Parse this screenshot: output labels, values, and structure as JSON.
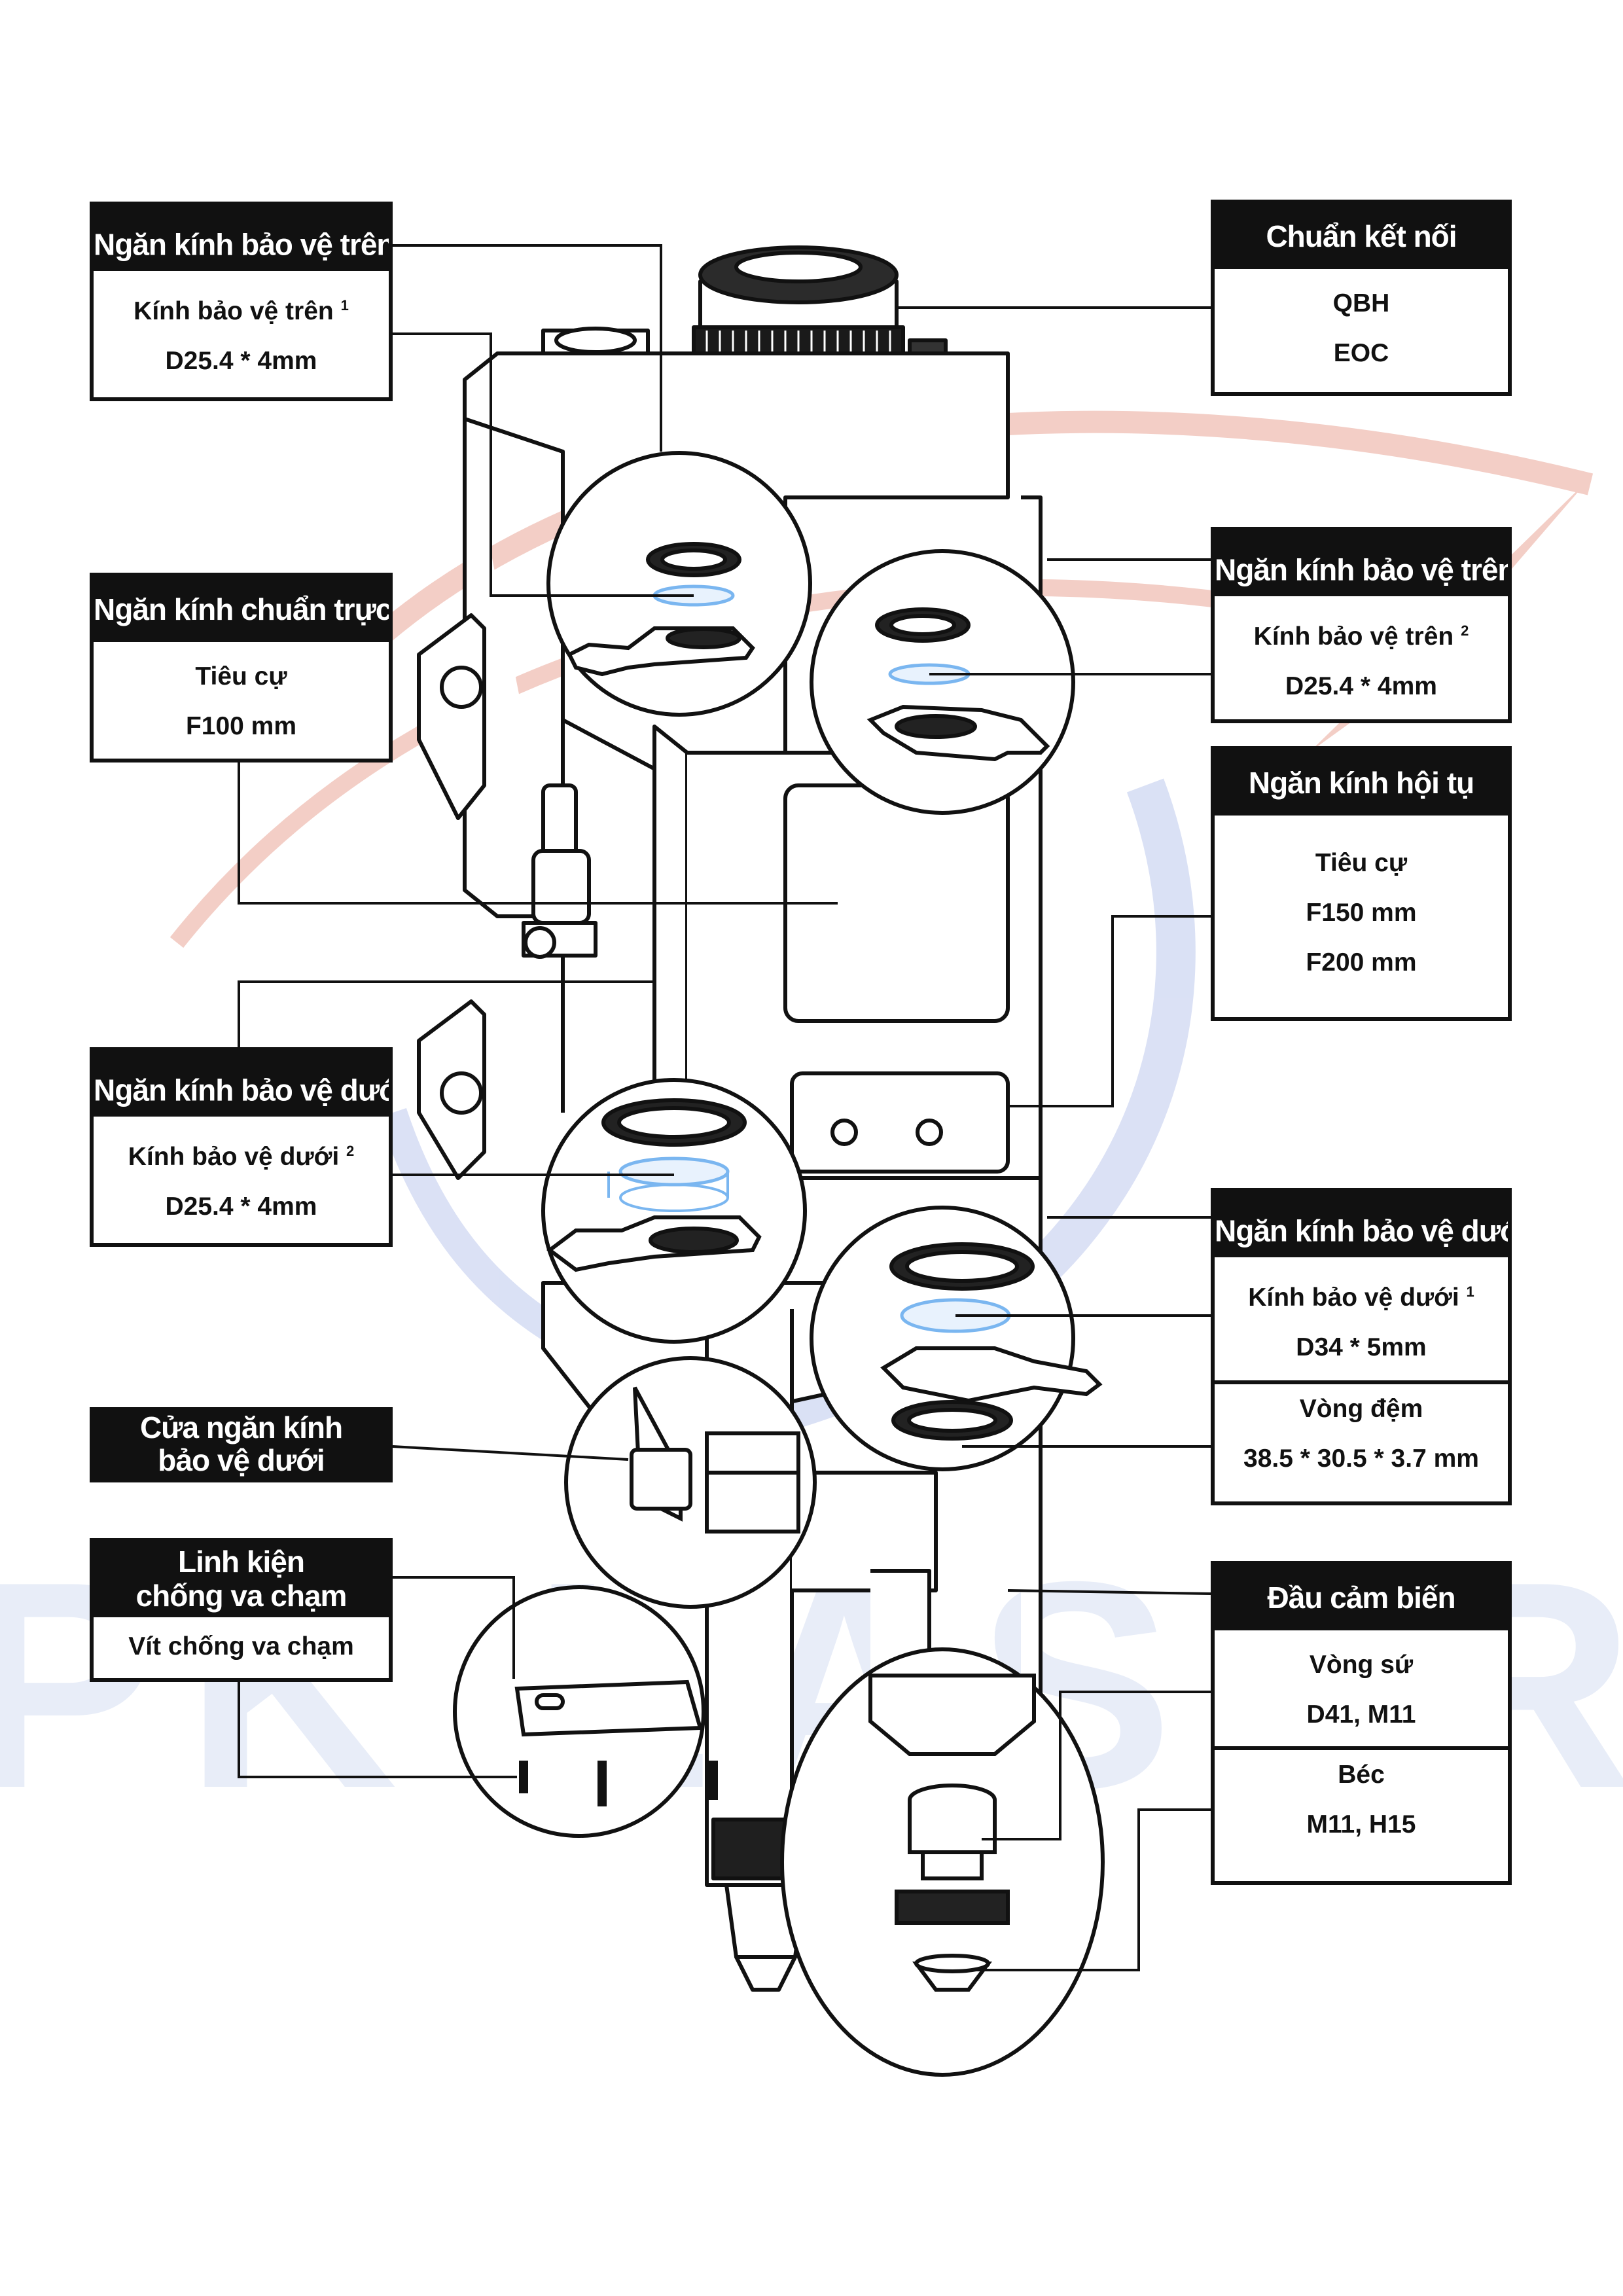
{
  "watermark": {
    "text": "PK LASER"
  },
  "callouts": {
    "upper_protective_1": {
      "title": "Ngăn kính bảo vệ trên",
      "title_sup": "1",
      "lens_name": "Kính bảo vệ trên",
      "lens_sup": "1",
      "lens_size": "D25.4 * 4mm"
    },
    "connection_standard": {
      "title": "Chuẩn kết nối",
      "values": [
        "QBH",
        "EOC"
      ]
    },
    "collimator": {
      "title": "Ngăn kính chuẩn trực",
      "focal_label": "Tiêu cự",
      "focal_value": "F100 mm"
    },
    "upper_protective_2": {
      "title": "Ngăn kính bảo vệ trên",
      "title_sup": "2",
      "lens_name": "Kính bảo vệ trên",
      "lens_sup": "2",
      "lens_size": "D25.4 * 4mm"
    },
    "focusing": {
      "title": "Ngăn kính hội tụ",
      "focal_label": "Tiêu cự",
      "focal_values": [
        "F150 mm",
        "F200 mm"
      ]
    },
    "lower_protective_2": {
      "title": "Ngăn kính bảo vệ dưới",
      "title_sup": "2",
      "lens_name": "Kính bảo vệ dưới",
      "lens_sup": "2",
      "lens_size": "D25.4 * 4mm"
    },
    "lower_protective_1": {
      "title": "Ngăn kính bảo vệ dưới",
      "title_sup": "1",
      "lens_name": "Kính bảo vệ dưới",
      "lens_sup": "1",
      "lens_size": "D34 * 5mm",
      "gasket_label": "Vòng đệm",
      "gasket_size": "38.5 * 30.5 * 3.7 mm"
    },
    "lower_drawer_door": {
      "title_line1": "Cửa ngăn kính",
      "title_line2": "bảo vệ dưới"
    },
    "anti_collision": {
      "title_line1": "Linh kiện",
      "title_line2": "chống va chạm",
      "item": "Vít chống va chạm"
    },
    "sensor_head": {
      "title": "Đầu cảm biến",
      "ceramic_label": "Vòng sứ",
      "ceramic_value": "D41, M11",
      "nozzle_label": "Béc",
      "nozzle_value": "M11, H15"
    }
  },
  "colors": {
    "ink": "#111111",
    "watermark_blue": "#c9d3ee",
    "watermark_red": "#f2c9c0",
    "lens_blue": "#7ab6f0"
  },
  "icons": [
    "laser-head-drawing",
    "lens-drawer-detail",
    "nozzle-detail",
    "collision-screw-detail"
  ]
}
